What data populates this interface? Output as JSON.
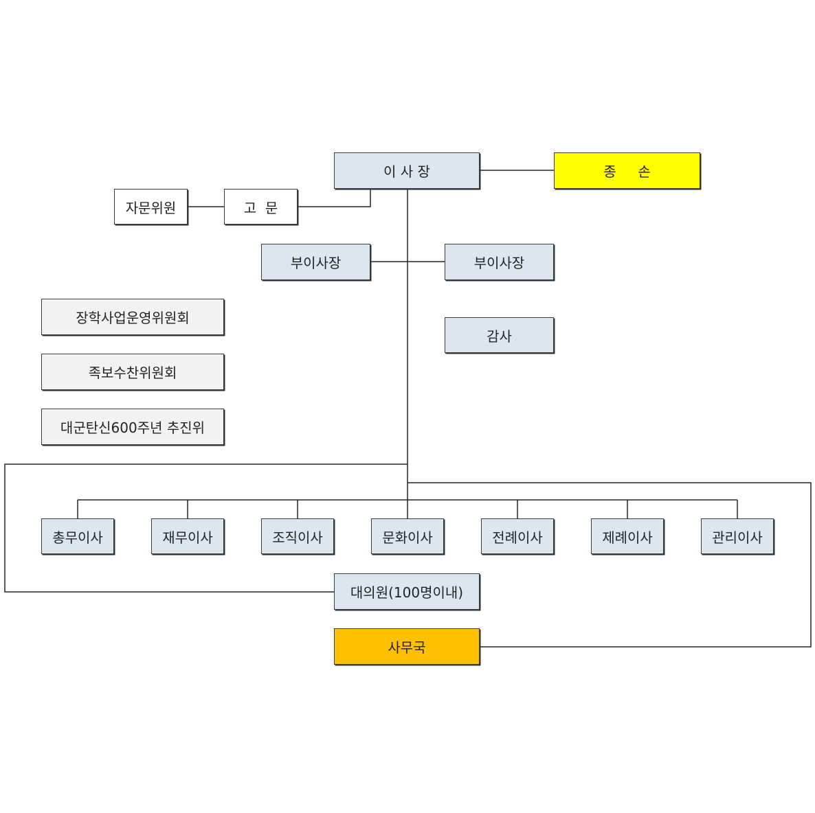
{
  "colors": {
    "box_blue": "#dce6f1",
    "box_white": "#ffffff",
    "box_gray": "#f2f2f2",
    "box_yellow": "#ffff00",
    "box_orange": "#ffc000",
    "line": "#222222"
  },
  "nodes": {
    "chairman": "이 사 장",
    "head_of_family": "종     손",
    "advisor": "고  문",
    "advisory_member": "자문위원",
    "vice_chairman_left": "부이사장",
    "vice_chairman_right": "부이사장",
    "auditor": "감사",
    "committees": [
      "장학사업운영위원회",
      "족보수찬위원회",
      "대군탄신600주년 추진위"
    ],
    "directors": [
      "총무이사",
      "재무이사",
      "조직이사",
      "문화이사",
      "전례이사",
      "제례이사",
      "관리이사"
    ],
    "assembly": "대의원(100명이내)",
    "secretariat": "사무국"
  }
}
